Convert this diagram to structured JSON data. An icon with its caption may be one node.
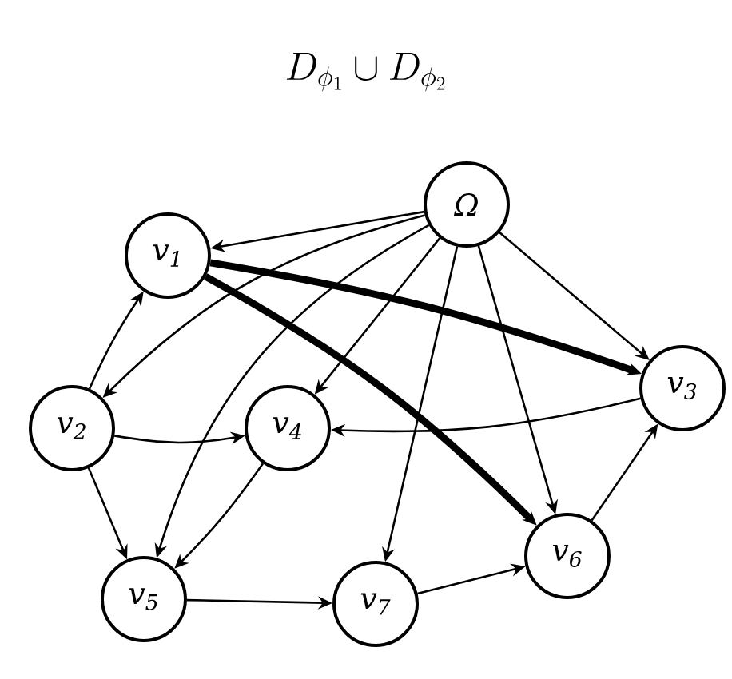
{
  "diagram": {
    "title": "D_{\\phi_1} \\cup D_{\\phi_2}",
    "nodes": [
      {
        "text": [
          "Ω"
        ]
      },
      {
        "text": [
          "v$_{1}$"
        ]
      },
      {
        "text": [
          "v$_{2}$"
        ]
      },
      {
        "text": [
          "v$_{4}$"
        ]
      },
      {
        "text": [
          "v$_{3}$"
        ]
      },
      {
        "text": [
          "v$_{5}$"
        ]
      },
      {
        "text": [
          "v$_{7}$"
        ]
      },
      {
        "text": [
          "v$_{6}$"
        ]
      }
    ],
    "edges": [
      {
        "from": 0,
        "to": 1,
        "arrow": "to"
      },
      {
        "from": 0,
        "to": 2,
        "arrow": "to"
      },
      {
        "from": 0,
        "to": 3,
        "arrow": "to"
      },
      {
        "from": 0,
        "to": 5,
        "arrow": "to"
      },
      {
        "from": 0,
        "to": 6,
        "arrow": "to"
      },
      {
        "from": 0,
        "to": 7,
        "arrow": "to"
      },
      {
        "from": 0,
        "to": 4,
        "arrow": "to"
      },
      {
        "from": 1,
        "to": 4,
        "arrow": "to",
        "style": "thick"
      },
      {
        "from": 1,
        "to": 7,
        "arrow": "to",
        "style": "thick"
      },
      {
        "from": 2,
        "to": 1,
        "arrow": "to"
      },
      {
        "from": 2,
        "to": 3,
        "arrow": "to"
      },
      {
        "from": 2,
        "to": 5,
        "arrow": "to"
      },
      {
        "from": 3,
        "to": 5,
        "arrow": "to"
      },
      {
        "from": 4,
        "to": 3,
        "arrow": "to"
      },
      {
        "from": 5,
        "to": 6,
        "arrow": "to"
      },
      {
        "from": 6,
        "to": 7,
        "arrow": "to"
      },
      {
        "from": 7,
        "to": 4,
        "arrow": "to"
      }
    ]
  }
}
